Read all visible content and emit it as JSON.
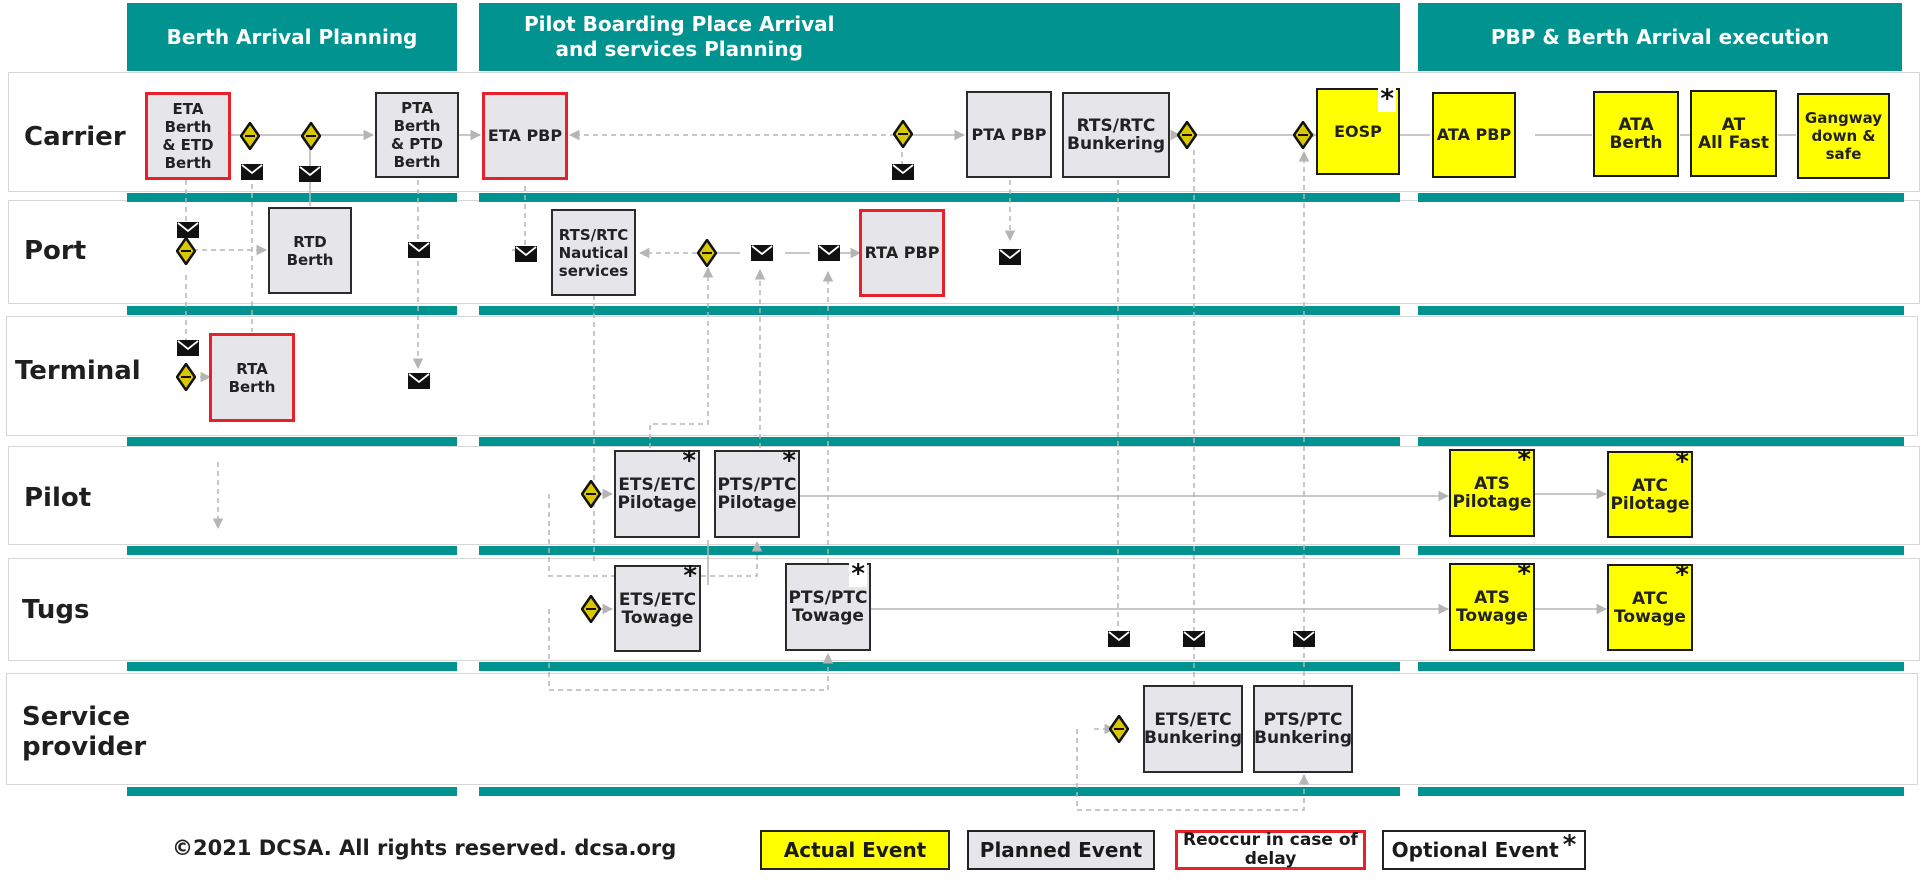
{
  "headers": {
    "h1": "Berth Arrival Planning",
    "h2": "Pilot Boarding Place Arrival\nand services Planning",
    "h3": "PBP & Berth Arrival execution"
  },
  "lanes": {
    "carrier": "Carrier",
    "port": "Port",
    "terminal": "Terminal",
    "pilot": "Pilot",
    "tugs": "Tugs",
    "service": "Service\nprovider"
  },
  "events": {
    "eta_berth": "ETA Berth\n& ETD\nBerth",
    "pta_berth": "PTA Berth\n& PTD\nBerth",
    "eta_pbp": "ETA PBP",
    "pta_pbp": "PTA PBP",
    "rts_bunkering": "RTS/RTC\nBunkering",
    "eosp": "EOSP",
    "ata_pbp": "ATA PBP",
    "ata_berth": "ATA\nBerth",
    "at_all_fast": "AT\nAll Fast",
    "gangway": "Gangway\ndown &\nsafe",
    "rtd_berth": "RTD\nBerth",
    "rts_nautical": "RTS/RTC\nNautical\nservices",
    "rta_pbp": "RTA PBP",
    "rta_berth": "RTA\nBerth",
    "ets_pilotage": "ETS/ETC\nPilotage",
    "pts_pilotage": "PTS/PTC\nPilotage",
    "ats_pilotage": "ATS\nPilotage",
    "atc_pilotage": "ATC\nPilotage",
    "ets_towage": "ETS/ETC\nTowage",
    "pts_towage": "PTS/PTC\nTowage",
    "ats_towage": "ATS\nTowage",
    "atc_towage": "ATC\nTowage",
    "ets_bunkering": "ETS/ETC\nBunkering",
    "pts_bunkering": "PTS/PTC\nBunkering"
  },
  "star": "*",
  "legend": {
    "actual": "Actual Event",
    "planned": "Planned Event",
    "reoccur": "Reoccur in case of\ndelay",
    "optional": "Optional Event"
  },
  "copyright": "©2021 DCSA. All rights reserved. dcsa.org",
  "colors": {
    "teal": "#009390",
    "actual": "#ffff00",
    "planned": "#e5e5ea",
    "reoccur": "#e8202a",
    "gateway": "#d9c800"
  }
}
